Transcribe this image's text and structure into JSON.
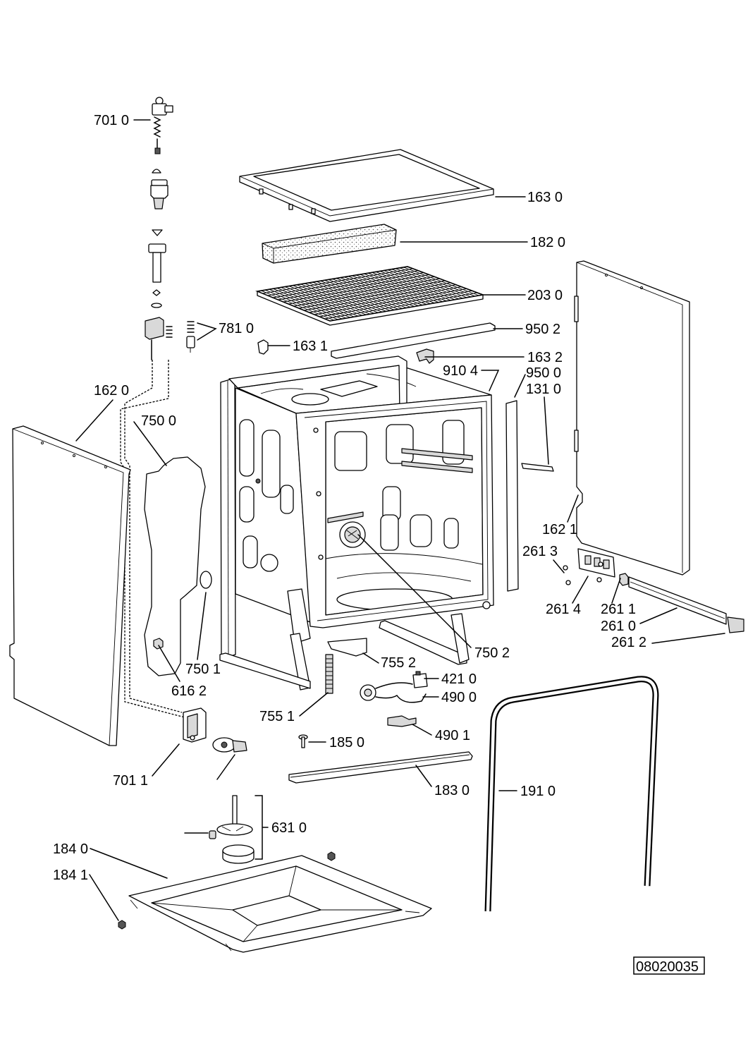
{
  "callouts": [
    "701 0",
    "163 0",
    "182 0",
    "203 0",
    "950 2",
    "781 0",
    "163 1",
    "163 2",
    "910 4",
    "950 0",
    "131 0",
    "162 0",
    "750 0",
    "162 1",
    "261 3",
    "261 4",
    "261 1",
    "261 0",
    "261 2",
    "750 2",
    "755 2",
    "750 1",
    "421 0",
    "490 0",
    "616 2",
    "755 1",
    "185 0",
    "490 1",
    "701 1",
    "183 0",
    "191 0",
    "631 0",
    "184 0",
    "184 1"
  ],
  "drawing_number": "08020035"
}
